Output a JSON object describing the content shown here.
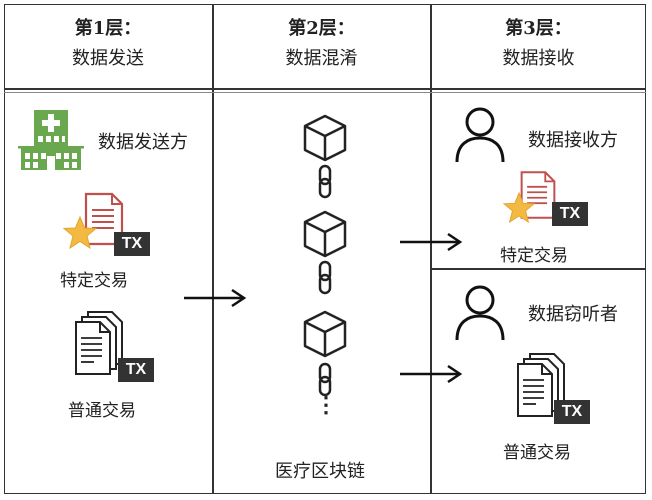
{
  "headers": [
    {
      "layer": "第1层：",
      "title": "数据发送"
    },
    {
      "layer": "第2层：",
      "title": "数据混淆"
    },
    {
      "layer": "第3层：",
      "title": "数据接收"
    }
  ],
  "sender": {
    "label": "数据发送方",
    "icon": "hospital-icon",
    "specific_tx": "特定交易",
    "normal_tx": "普通交易",
    "tx_badge": "TX"
  },
  "blockchain": {
    "label": "医疗区块链",
    "continuation": "⋮"
  },
  "receiver": {
    "label": "数据接收方",
    "tx_label": "特定交易",
    "tx_badge": "TX"
  },
  "eavesdropper": {
    "label": "数据窃听者",
    "tx_label": "普通交易",
    "tx_badge": "TX"
  },
  "colors": {
    "hospital_green": "#6aa84f",
    "document_red": "#c0504d",
    "star_gold": "#f4b942",
    "badge_dark": "#333333"
  }
}
